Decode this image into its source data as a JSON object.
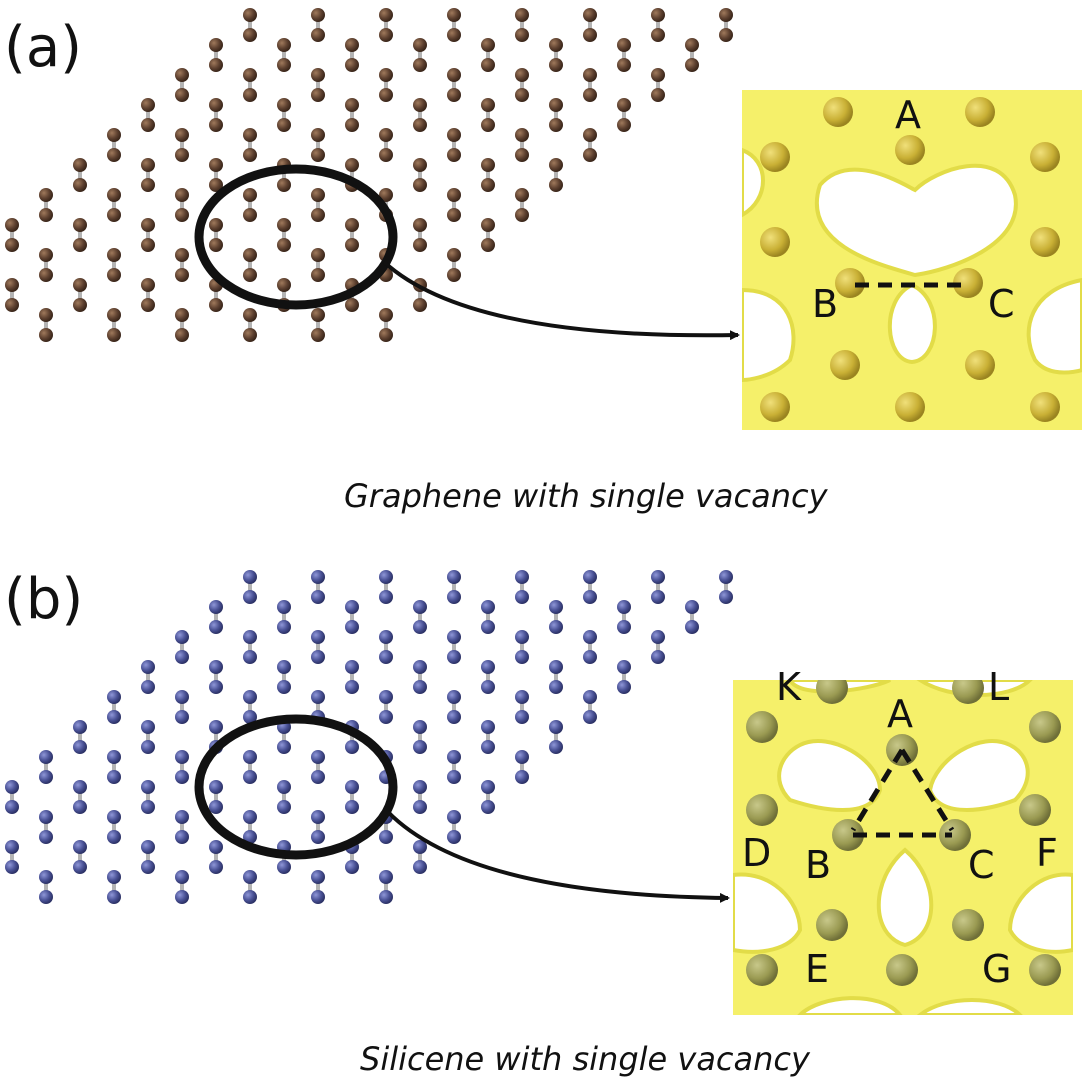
{
  "panels": [
    {
      "label": "(a)",
      "caption": "Graphene with single vacancy",
      "atom_color": "#5e4130",
      "inset_labels": [
        "A",
        "B",
        "C"
      ]
    },
    {
      "label": "(b)",
      "caption": "Silicene with single vacancy",
      "atom_color": "#4a5296",
      "inset_labels": [
        "A",
        "B",
        "C",
        "D",
        "E",
        "F",
        "G",
        "K",
        "L"
      ]
    }
  ],
  "colors": {
    "density": "#f5f06a",
    "density_edge": "#e2dc48",
    "inset_atom": "#c9b035",
    "inset_atom_si": "#9a9a52",
    "bond": "#b4b4b4",
    "outline": "#111111"
  }
}
